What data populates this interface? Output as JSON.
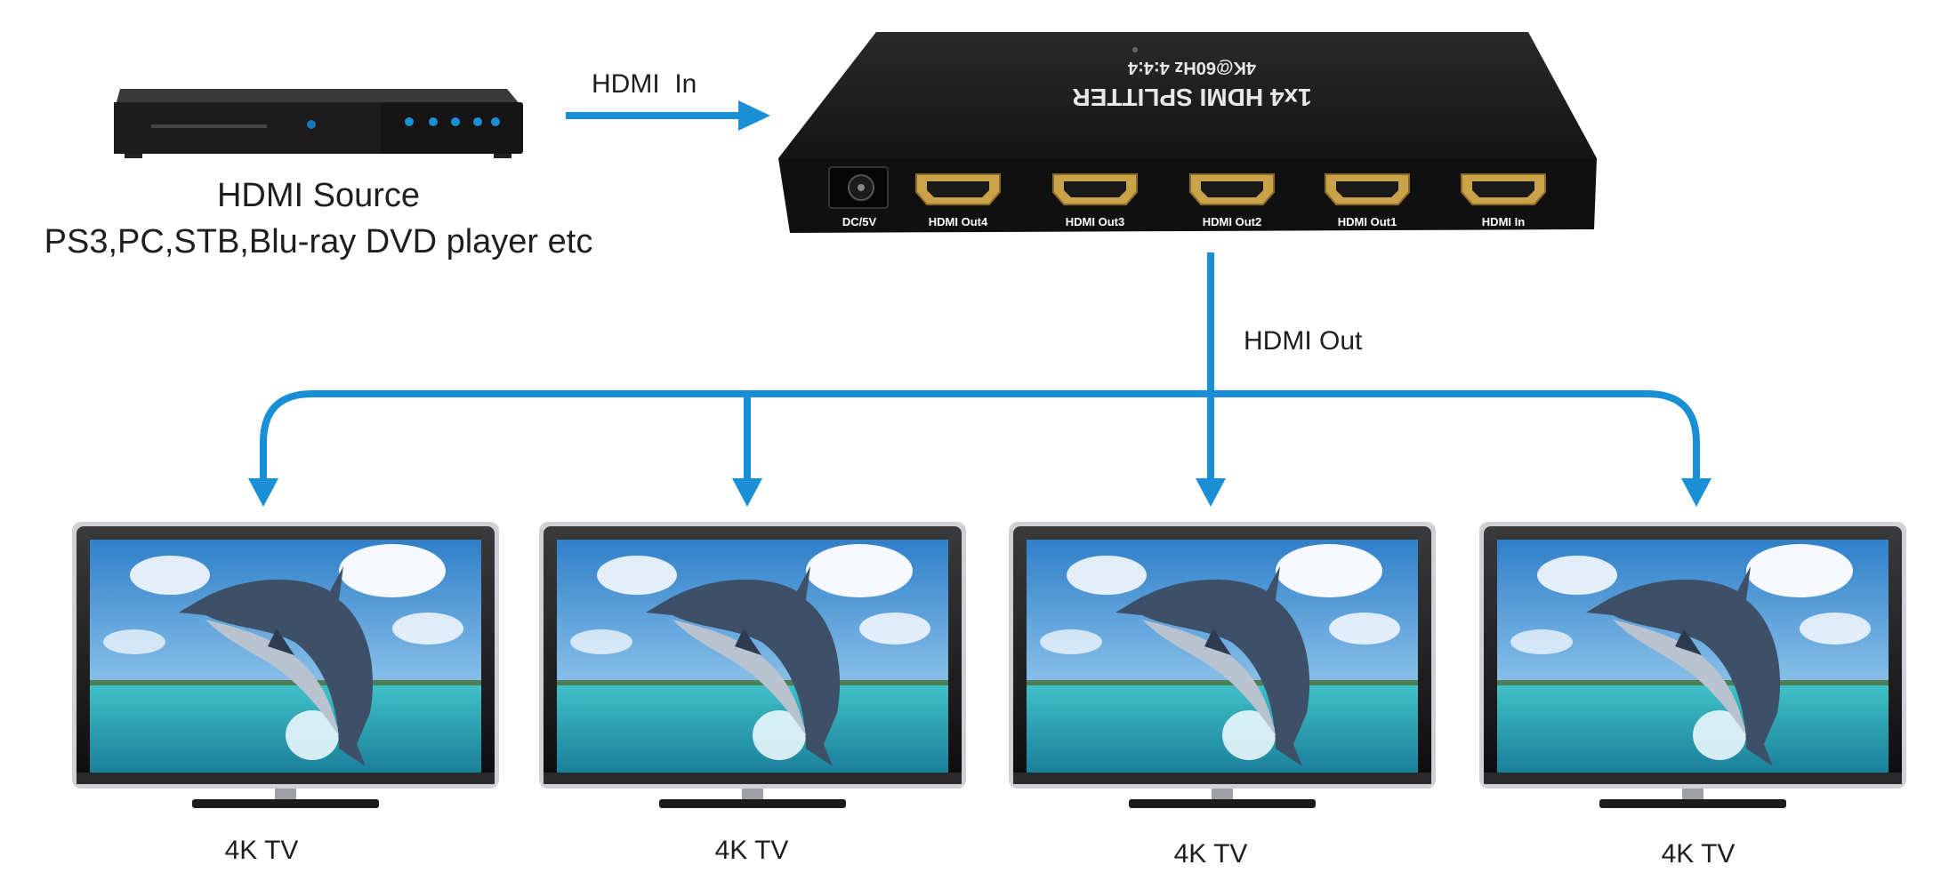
{
  "source": {
    "title": "HDMI Source",
    "subtitle": "PS3,PC,STB,Blu-ray DVD player etc"
  },
  "link_in_label": "HDMI  In",
  "link_out_label": "HDMI Out",
  "splitter": {
    "top_label": "1x4 HDMI SPLITTER",
    "top_sublabel": "4K@60Hz 4:4:4",
    "ports": [
      {
        "label": "DC/5V"
      },
      {
        "label": "HDMI Out4"
      },
      {
        "label": "HDMI Out3"
      },
      {
        "label": "HDMI Out2"
      },
      {
        "label": "HDMI Out1"
      },
      {
        "label": "HDMI In"
      }
    ]
  },
  "tvs": [
    {
      "label": "4K TV"
    },
    {
      "label": "4K TV"
    },
    {
      "label": "4K TV"
    },
    {
      "label": "4K TV"
    }
  ],
  "colors": {
    "arrow": "#1a8fd6",
    "device_body": "#1a1a1a",
    "port_gold": "#c9a24a",
    "sky": "#3c8ed4",
    "sea": "#2ab0c0"
  }
}
